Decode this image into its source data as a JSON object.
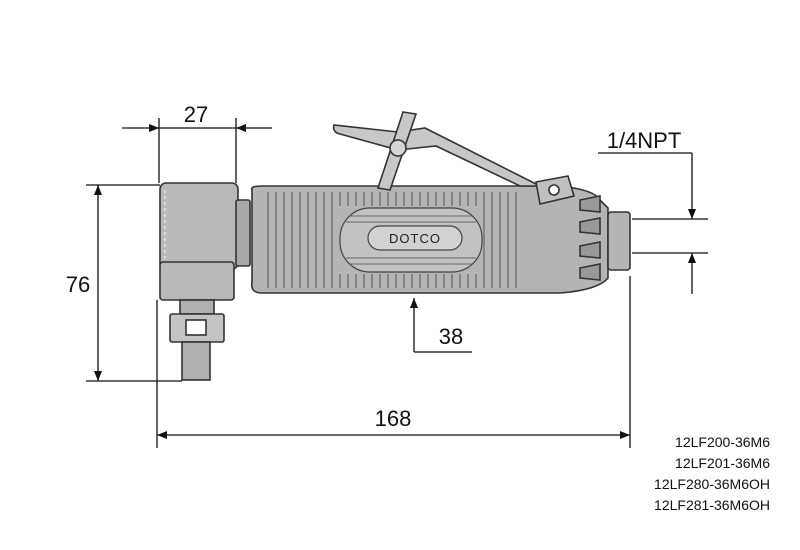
{
  "dimensions": {
    "head_width": "27",
    "height": "76",
    "grip": "38",
    "length": "168",
    "inlet": "1/4NPT"
  },
  "brand": "DOTCO",
  "models": [
    "12LF200-36M6",
    "12LF201-36M6",
    "12LF280-36M6OH",
    "12LF281-36M6OH"
  ]
}
